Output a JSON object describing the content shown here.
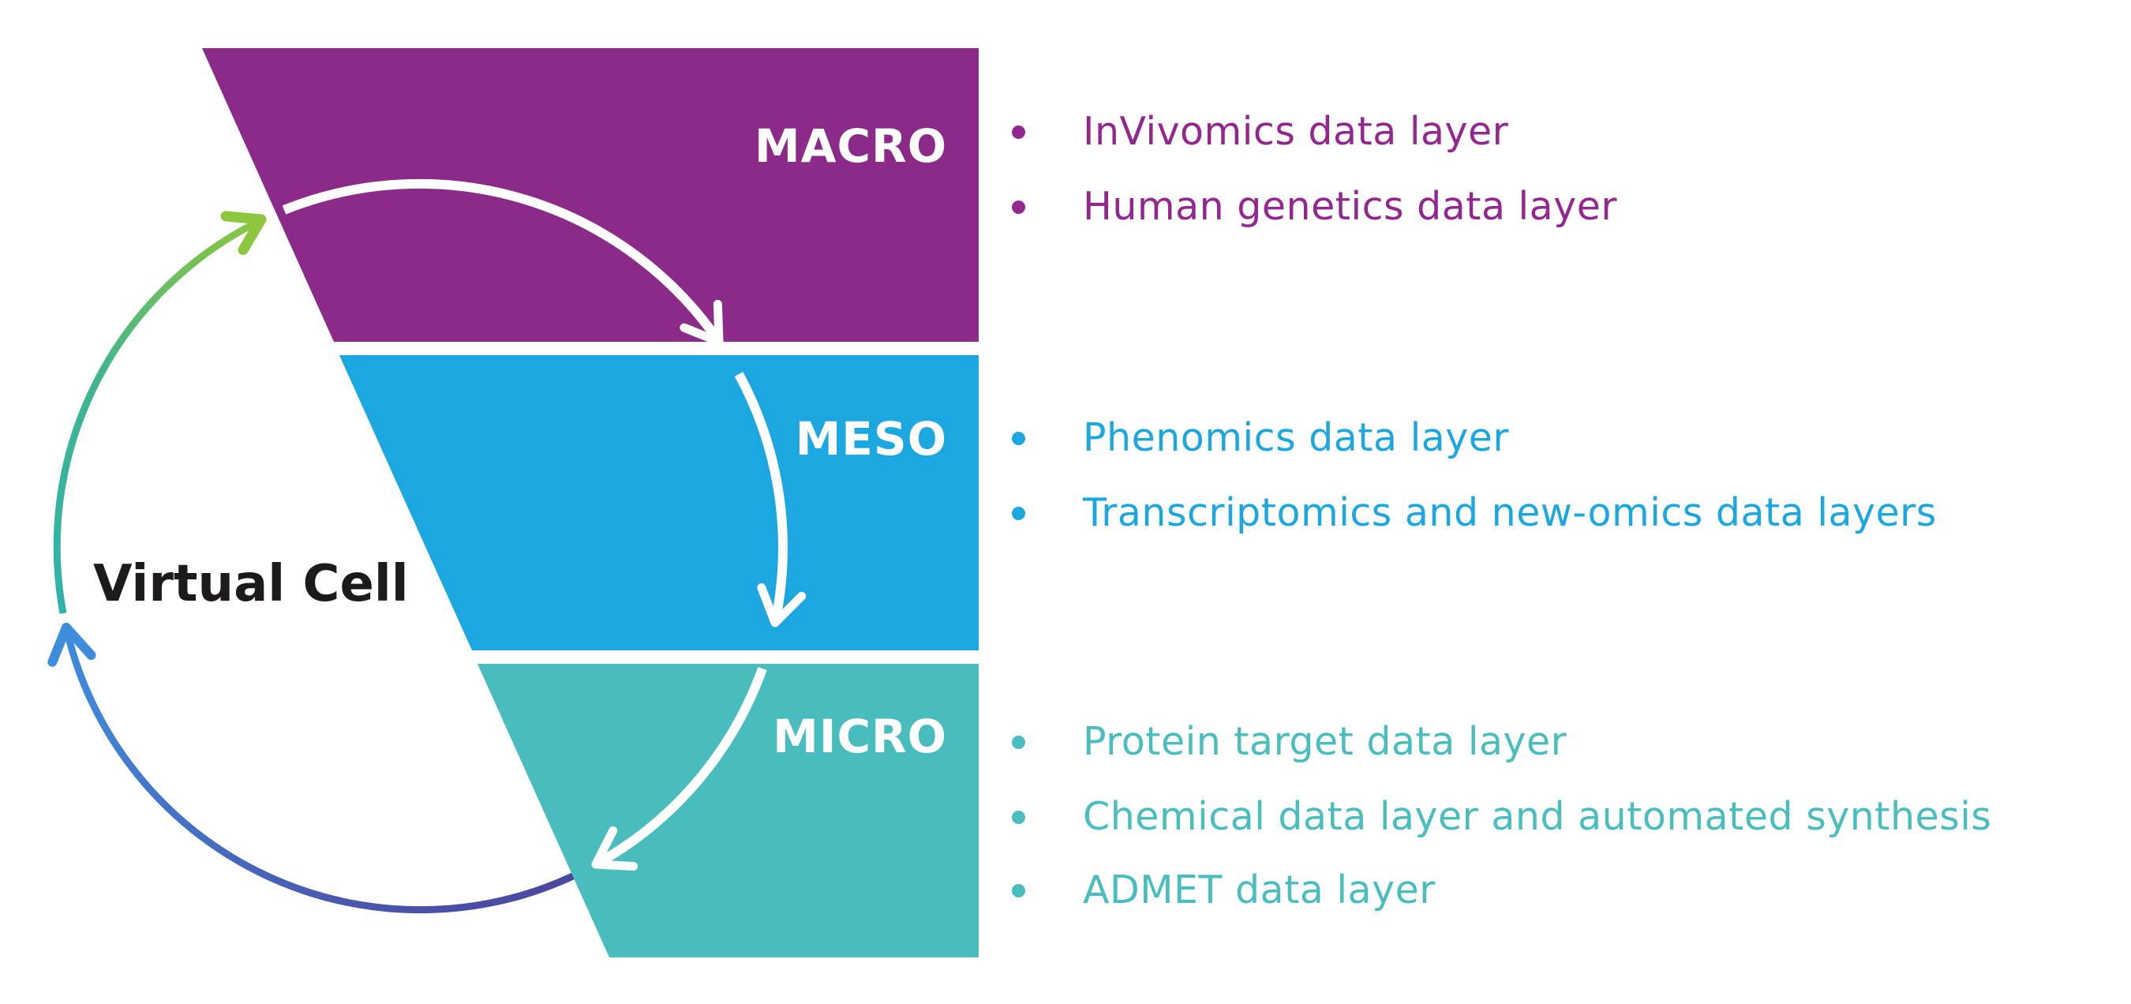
{
  "center_label": "Virtual Cell",
  "cycle": {
    "green": "#8CC63F",
    "teal": "#30B3AB",
    "blue": "#3E8CDC",
    "indigo": "#4A47A0",
    "white": "#FFFFFF"
  },
  "funnel": {
    "levels": [
      {
        "label": "MACRO",
        "color": "#8B2A88",
        "text_color": "#92278F",
        "items": [
          "InVivomics data layer",
          "Human genetics data layer"
        ]
      },
      {
        "label": "MESO",
        "color": "#1CA7E0",
        "text_color": "#1CA7E0",
        "items": [
          "Phenomics data layer",
          "Transcriptomics and new-omics data layers"
        ]
      },
      {
        "label": "MICRO",
        "color": "#49BCBE",
        "text_color": "#4ABDBE",
        "items": [
          "Protein target data layer",
          "Chemical data layer and automated synthesis",
          "ADMET data layer"
        ]
      }
    ]
  }
}
